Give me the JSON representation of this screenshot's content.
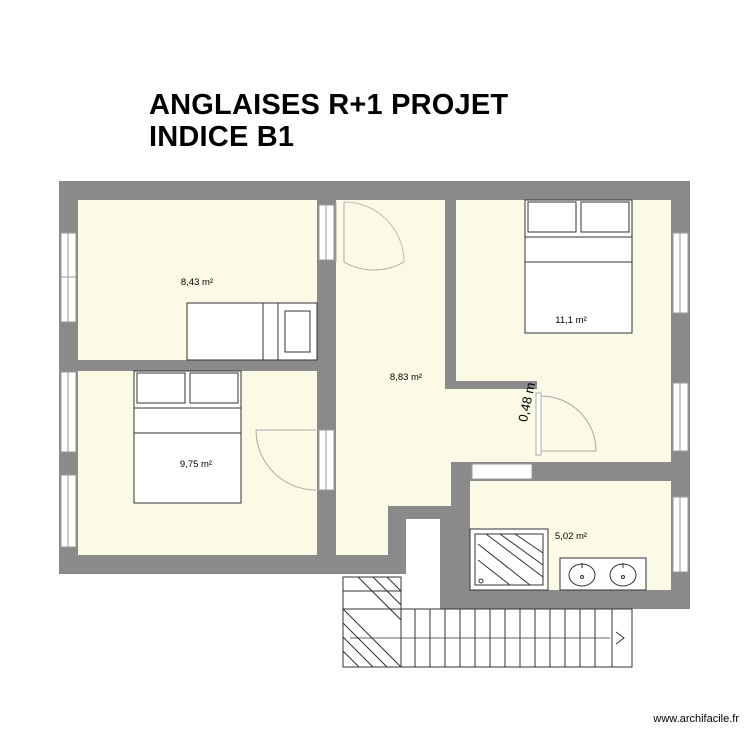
{
  "title": {
    "line1": "ANGLAISES R+1 PROJET",
    "line2": "INDICE B1"
  },
  "rooms": [
    {
      "id": "bedroom-top-left",
      "area": "8,43 m²"
    },
    {
      "id": "hallway",
      "area": "8,83 m²"
    },
    {
      "id": "bedroom-top-right",
      "area": "11,1 m²"
    },
    {
      "id": "bedroom-bottom-left",
      "area": "9,75 m²"
    },
    {
      "id": "bathroom",
      "area": "5,02 m²"
    }
  ],
  "dimension_label": "0,48 m",
  "watermark": "www.archifacile.fr",
  "colors": {
    "wall": "#8a8a8a",
    "floor": "#fafae6",
    "window_frame": "#9a9a9a"
  }
}
